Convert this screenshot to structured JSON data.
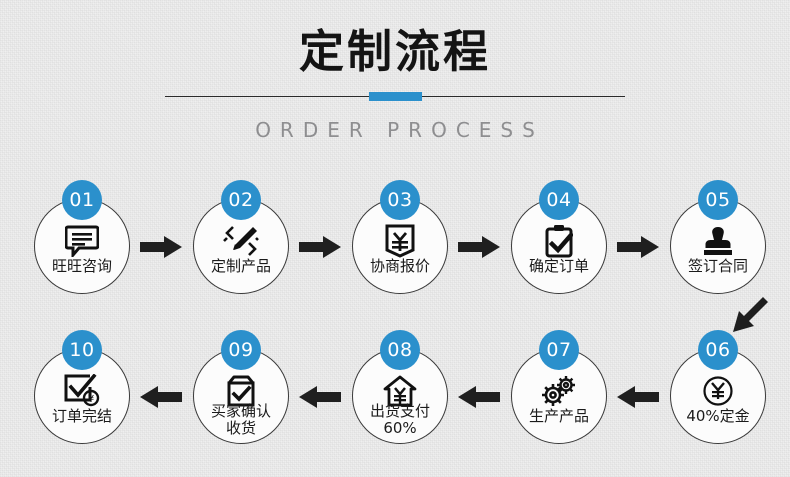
{
  "header": {
    "title": "定制流程",
    "subtitle": "ORDER PROCESS",
    "accent_color": "#2b90cc",
    "title_color": "#141414",
    "subtitle_color": "#8e8e90",
    "rule_color": "#2a2a2a"
  },
  "background_color": "#efefef",
  "flow": {
    "row1_direction": "right",
    "row2_direction": "left",
    "steps": [
      {
        "number": "01",
        "label": "旺旺咨询",
        "icon": "chat-bubble-icon"
      },
      {
        "number": "02",
        "label": "定制产品",
        "icon": "pencil-icon"
      },
      {
        "number": "03",
        "label": "协商报价",
        "icon": "price-tag-yuan-icon"
      },
      {
        "number": "04",
        "label": "确定订单",
        "icon": "clipboard-check-icon"
      },
      {
        "number": "05",
        "label": "签订合同",
        "icon": "stamp-icon"
      },
      {
        "number": "06",
        "label": "40%定金",
        "icon": "yuan-circle-icon"
      },
      {
        "number": "07",
        "label": "生产产品",
        "icon": "gears-icon"
      },
      {
        "number": "08",
        "label": "出货支付\n60%",
        "icon": "house-yuan-icon"
      },
      {
        "number": "09",
        "label": "买家确认\n收货",
        "icon": "box-check-icon"
      },
      {
        "number": "10",
        "label": "订单完结",
        "icon": "checkbox-yuan-icon"
      }
    ]
  }
}
